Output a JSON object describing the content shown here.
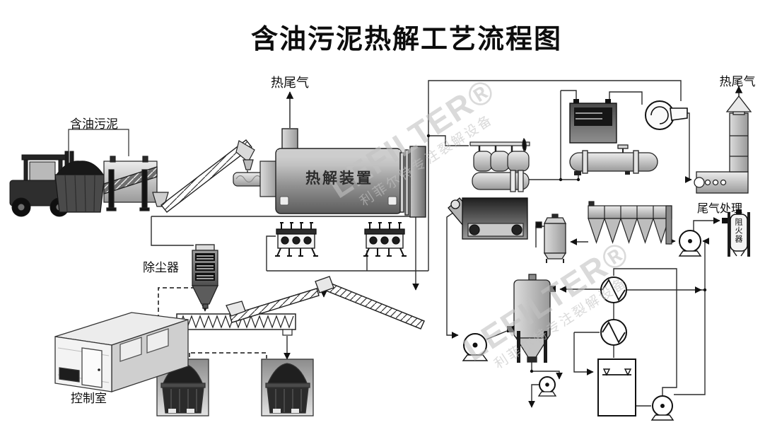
{
  "title": "含油污泥热解工艺流程图",
  "labels": {
    "oily_sludge": "含油污泥",
    "hot_tail_gas_left": "热尾气",
    "pyrolysis_device": "热解装置",
    "hot_tail_gas_right": "热尾气",
    "tail_gas_treatment": "尾气处理",
    "dust_collector": "除尘器",
    "control_room": "控制室",
    "flame_arrester": "阻火器"
  },
  "watermark": {
    "brand": "LEFILTER",
    "reg": "®",
    "tagline": "利菲尔特专注裂解设备"
  },
  "colors": {
    "background": "#ffffff",
    "line": "#2b2b2b",
    "text": "#111111",
    "watermark": "#c2c2c2"
  }
}
